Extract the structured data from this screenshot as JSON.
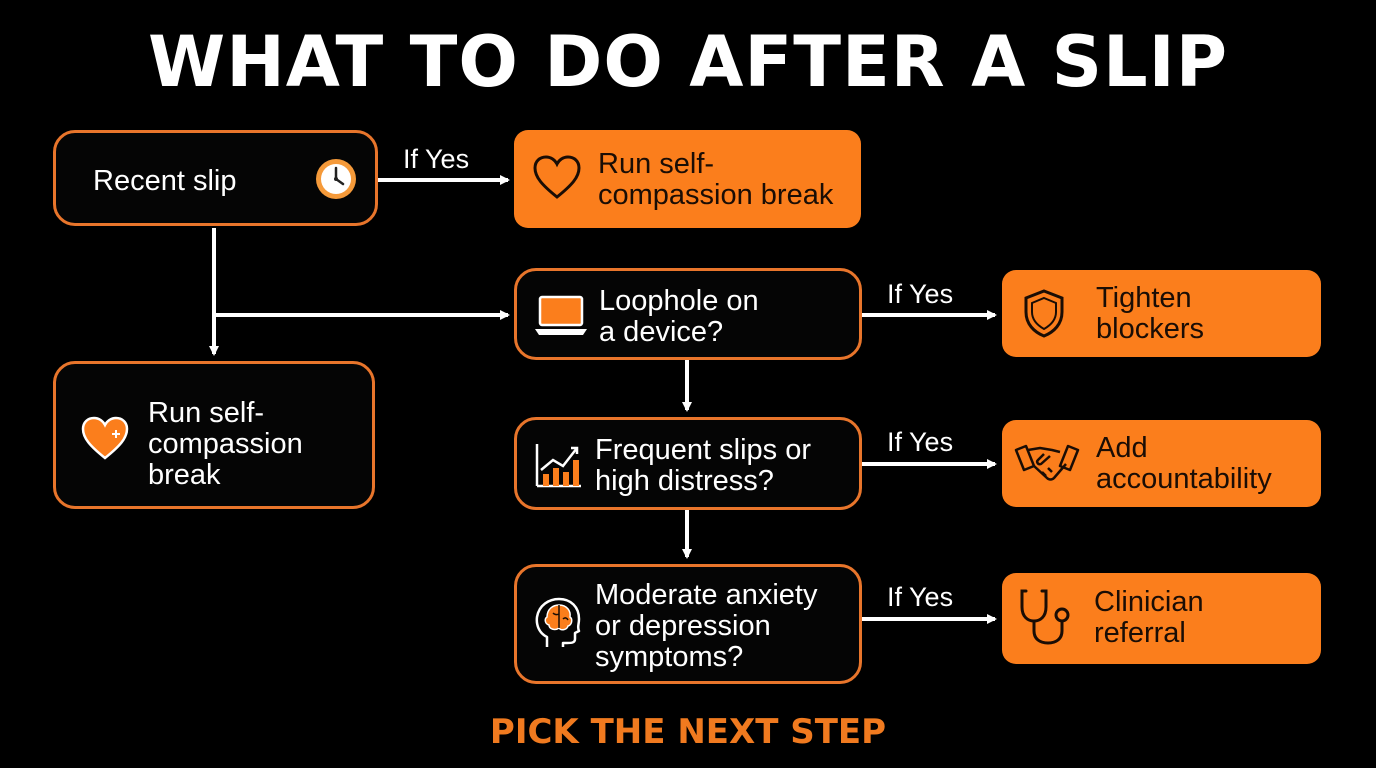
{
  "title": "WHAT TO DO AFTER A SLIP",
  "nodes": {
    "recent_slip": {
      "label": "Recent slip",
      "icon": "clock-icon"
    },
    "self_compassion_top": {
      "line1": "Run self-",
      "line2": "compassion break",
      "icon": "heart-icon"
    },
    "self_compassion_left": {
      "line1": "Run self-",
      "line2": "compassion",
      "line3": "break",
      "icon": "heart-icon"
    },
    "loophole": {
      "line1": "Loophole on",
      "line2": "a device?",
      "icon": "laptop-icon"
    },
    "tighten": {
      "line1": "Tighten",
      "line2": "blockers",
      "icon": "shield-icon"
    },
    "frequent": {
      "line1": "Frequent slips or",
      "line2": "high distress?",
      "icon": "chart-icon"
    },
    "accountability": {
      "line1": "Add",
      "line2": "accountability",
      "icon": "handshake-icon"
    },
    "moderate": {
      "line1": "Moderate anxiety",
      "line2": "or depression",
      "line3": "symptoms?",
      "icon": "head-brain-icon"
    },
    "clinician": {
      "line1": "Clinician",
      "line2": "referral",
      "icon": "stethoscope-icon"
    }
  },
  "edge_labels": {
    "yes_1": "If Yes",
    "yes_2": "If Yes",
    "yes_3": "If Yes",
    "yes_4": "If Yes"
  },
  "footer": "PICK THE NEXT STEP",
  "colors": {
    "accent": "#FB7E1C",
    "border": "#E8752B",
    "background": "#000000",
    "text": "#FFFFFF"
  }
}
